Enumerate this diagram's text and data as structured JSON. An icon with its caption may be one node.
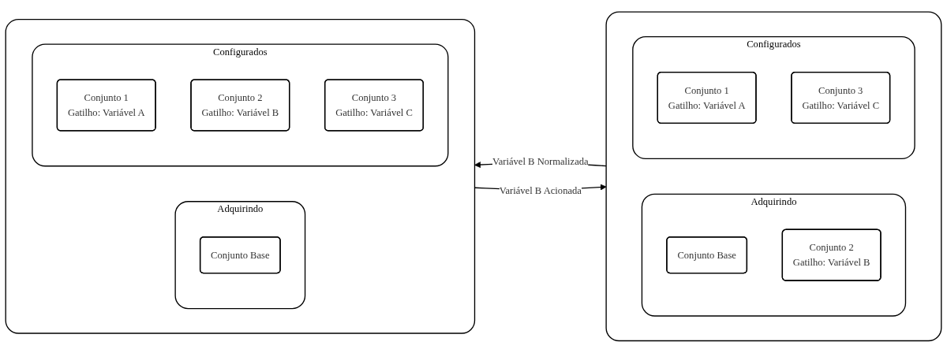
{
  "diagram": {
    "nodes": [
      {
        "text": [],
        "shape": "box"
      },
      {
        "text": [
          "Adquirindo"
        ],
        "in": 0
      },
      {
        "text": [
          "Conjunto Base"
        ],
        "in": 1
      },
      {
        "text": [
          "Configurados"
        ],
        "in": 0
      },
      {
        "text": [
          "Conjunto 1",
          "Gatilho: Variável A"
        ],
        "in": 3
      },
      {
        "text": [
          "Conjunto 2",
          "Gatilho: Variável B"
        ],
        "in": 3
      },
      {
        "text": [
          "Conjunto 3",
          "Gatilho: Variável C"
        ],
        "in": 3
      },
      {
        "text": [],
        "shape": "box"
      },
      {
        "text": [
          "Adquirindo"
        ],
        "in": 7
      },
      {
        "text": [
          "Conjunto Base"
        ],
        "in": 8
      },
      {
        "text": [
          "Conjunto 2",
          "Gatilho: Variável B"
        ],
        "in": 8
      },
      {
        "text": [
          "Configurados"
        ],
        "in": 7
      },
      {
        "text": [
          "Conjunto 1",
          "Gatilho: Variável A"
        ],
        "in": 11
      },
      {
        "text": [
          "Conjunto 3",
          "Gatilho: Variável C"
        ],
        "in": 11
      }
    ],
    "edges": [
      {
        "from": 0,
        "to": 7,
        "arrow": "to",
        "label": "Variável B Acionada"
      },
      {
        "from": 7,
        "to": 0,
        "arrow": "to",
        "label": "Variável B Normalizada"
      }
    ]
  }
}
